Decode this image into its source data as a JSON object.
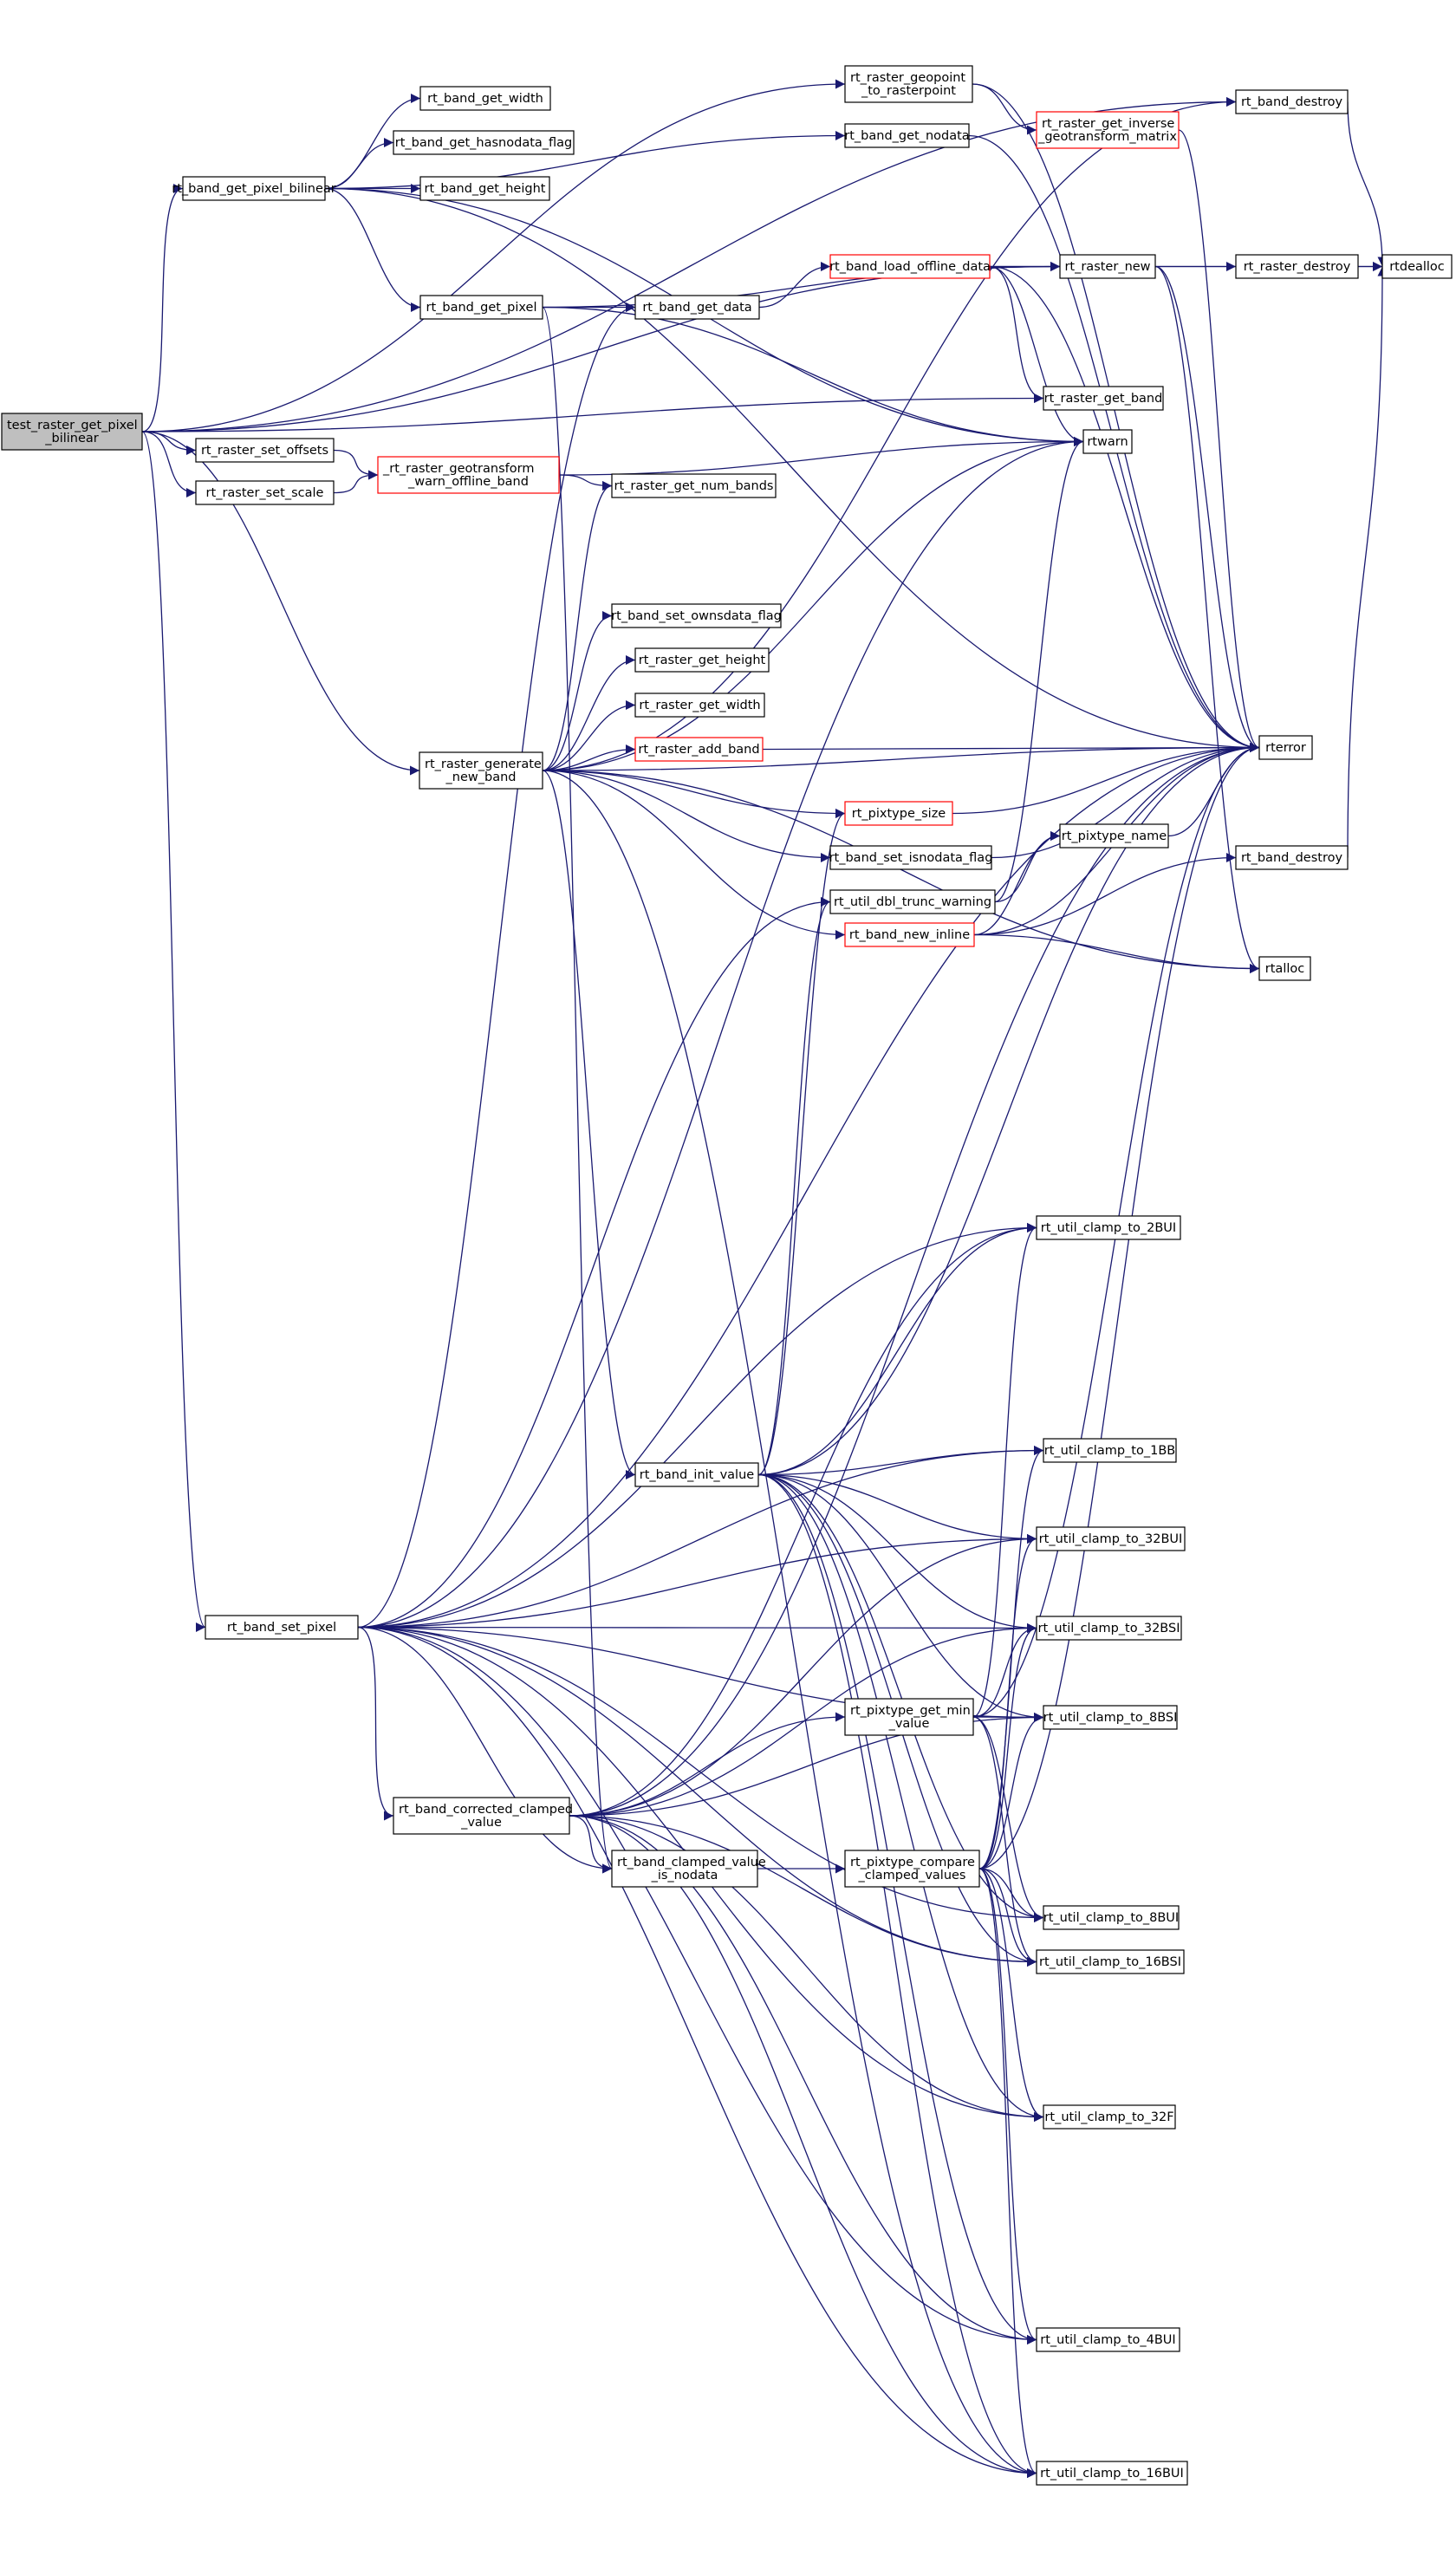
{
  "colors": {
    "edge": "#191970",
    "node_border": "#000000",
    "node_border_truncated": "#ff0000",
    "node_fill": "#ffffff",
    "root_fill": "#bfbfbf"
  },
  "nodes": [
    {
      "id": "root",
      "lines": [
        "test_raster_get_pixel",
        "_bilinear"
      ],
      "root": true
    },
    {
      "id": "get_pixel_bilinear",
      "lines": [
        "rt_band_get_pixel_bilinear"
      ]
    },
    {
      "id": "set_offsets",
      "lines": [
        "rt_raster_set_offsets"
      ]
    },
    {
      "id": "set_scale",
      "lines": [
        "rt_raster_set_scale"
      ]
    },
    {
      "id": "set_pixel",
      "lines": [
        "rt_band_set_pixel"
      ]
    },
    {
      "id": "get_width",
      "lines": [
        "rt_band_get_width"
      ]
    },
    {
      "id": "get_hasnodata",
      "lines": [
        "rt_band_get_hasnodata_flag"
      ]
    },
    {
      "id": "get_height",
      "lines": [
        "rt_band_get_height"
      ]
    },
    {
      "id": "get_pixel",
      "lines": [
        "rt_band_get_pixel"
      ]
    },
    {
      "id": "geotransform_warn",
      "lines": [
        "_rt_raster_geotransform",
        "_warn_offline_band"
      ],
      "truncated": true
    },
    {
      "id": "generate_new_band",
      "lines": [
        "rt_raster_generate",
        "_new_band"
      ]
    },
    {
      "id": "init_value",
      "lines": [
        "rt_band_init_value"
      ]
    },
    {
      "id": "corrected_clamped",
      "lines": [
        "rt_band_corrected_clamped",
        "_value"
      ]
    },
    {
      "id": "geopoint",
      "lines": [
        "rt_raster_geopoint",
        "_to_rasterpoint"
      ]
    },
    {
      "id": "get_nodata",
      "lines": [
        "rt_band_get_nodata"
      ]
    },
    {
      "id": "get_data",
      "lines": [
        "rt_band_get_data"
      ]
    },
    {
      "id": "get_num_bands",
      "lines": [
        "rt_raster_get_num_bands"
      ]
    },
    {
      "id": "set_ownsdata",
      "lines": [
        "rt_band_set_ownsdata_flag"
      ]
    },
    {
      "id": "r_get_height",
      "lines": [
        "rt_raster_get_height"
      ]
    },
    {
      "id": "r_get_width",
      "lines": [
        "rt_raster_get_width"
      ]
    },
    {
      "id": "add_band",
      "lines": [
        "rt_raster_add_band"
      ],
      "truncated": true
    },
    {
      "id": "pixtype_size",
      "lines": [
        "rt_pixtype_size"
      ],
      "truncated": true
    },
    {
      "id": "set_isnodata",
      "lines": [
        "rt_band_set_isnodata_flag"
      ]
    },
    {
      "id": "dbl_trunc",
      "lines": [
        "rt_util_dbl_trunc_warning"
      ]
    },
    {
      "id": "band_new_inline",
      "lines": [
        "rt_band_new_inline"
      ],
      "truncated": true
    },
    {
      "id": "pixtype_min",
      "lines": [
        "rt_pixtype_get_min",
        "_value"
      ]
    },
    {
      "id": "clamped_is_nodata",
      "lines": [
        "rt_band_clamped_value",
        "_is_nodata"
      ]
    },
    {
      "id": "compare_clamped",
      "lines": [
        "rt_pixtype_compare",
        "_clamped_values"
      ]
    },
    {
      "id": "inverse_geo",
      "lines": [
        "rt_raster_get_inverse",
        "_geotransform_matrix"
      ],
      "truncated": true
    },
    {
      "id": "load_offline",
      "lines": [
        "rt_band_load_offline_data"
      ],
      "truncated": true
    },
    {
      "id": "raster_new",
      "lines": [
        "rt_raster_new"
      ]
    },
    {
      "id": "get_band",
      "lines": [
        "rt_raster_get_band"
      ]
    },
    {
      "id": "rtwarn",
      "lines": [
        "rtwarn"
      ]
    },
    {
      "id": "pixtype_name",
      "lines": [
        "rt_pixtype_name"
      ]
    },
    {
      "id": "clamp_2bui",
      "lines": [
        "rt_util_clamp_to_2BUI"
      ]
    },
    {
      "id": "clamp_1bb",
      "lines": [
        "rt_util_clamp_to_1BB"
      ]
    },
    {
      "id": "clamp_32bui",
      "lines": [
        "rt_util_clamp_to_32BUI"
      ]
    },
    {
      "id": "clamp_32bsi",
      "lines": [
        "rt_util_clamp_to_32BSI"
      ]
    },
    {
      "id": "clamp_8bsi",
      "lines": [
        "rt_util_clamp_to_8BSI"
      ]
    },
    {
      "id": "clamp_8bui",
      "lines": [
        "rt_util_clamp_to_8BUI"
      ]
    },
    {
      "id": "clamp_16bsi",
      "lines": [
        "rt_util_clamp_to_16BSI"
      ]
    },
    {
      "id": "clamp_32f",
      "lines": [
        "rt_util_clamp_to_32F"
      ]
    },
    {
      "id": "clamp_4bui",
      "lines": [
        "rt_util_clamp_to_4BUI"
      ]
    },
    {
      "id": "clamp_16bui",
      "lines": [
        "rt_util_clamp_to_16BUI"
      ]
    },
    {
      "id": "band_destroy_top",
      "lines": [
        "rt_band_destroy"
      ]
    },
    {
      "id": "raster_destroy",
      "lines": [
        "rt_raster_destroy"
      ]
    },
    {
      "id": "rterror",
      "lines": [
        "rterror"
      ]
    },
    {
      "id": "band_destroy_mid",
      "lines": [
        "rt_band_destroy"
      ]
    },
    {
      "id": "rtalloc",
      "lines": [
        "rtalloc"
      ]
    },
    {
      "id": "rtdealloc",
      "lines": [
        "rtdealloc"
      ]
    }
  ],
  "edges": [
    [
      "root",
      "get_pixel_bilinear"
    ],
    [
      "root",
      "set_offsets"
    ],
    [
      "root",
      "set_scale"
    ],
    [
      "root",
      "set_pixel"
    ],
    [
      "root",
      "generate_new_band"
    ],
    [
      "root",
      "geopoint"
    ],
    [
      "root",
      "raster_new"
    ],
    [
      "root",
      "get_band"
    ],
    [
      "root",
      "band_destroy_top"
    ],
    [
      "get_pixel_bilinear",
      "get_width"
    ],
    [
      "get_pixel_bilinear",
      "get_hasnodata"
    ],
    [
      "get_pixel_bilinear",
      "get_height"
    ],
    [
      "get_pixel_bilinear",
      "get_pixel"
    ],
    [
      "get_pixel_bilinear",
      "get_nodata"
    ],
    [
      "get_pixel_bilinear",
      "rtwarn"
    ],
    [
      "get_pixel_bilinear",
      "rterror"
    ],
    [
      "set_offsets",
      "geotransform_warn"
    ],
    [
      "set_scale",
      "geotransform_warn"
    ],
    [
      "geotransform_warn",
      "get_num_bands"
    ],
    [
      "geotransform_warn",
      "rtwarn"
    ],
    [
      "get_pixel",
      "get_data"
    ],
    [
      "get_pixel",
      "rtwarn"
    ],
    [
      "get_pixel",
      "raster_new"
    ],
    [
      "get_pixel",
      "clamped_is_nodata"
    ],
    [
      "get_data",
      "load_offline"
    ],
    [
      "load_offline",
      "raster_new"
    ],
    [
      "load_offline",
      "get_band"
    ],
    [
      "load_offline",
      "rtwarn"
    ],
    [
      "load_offline",
      "rterror"
    ],
    [
      "load_offline",
      "rtdealloc"
    ],
    [
      "raster_new",
      "raster_destroy"
    ],
    [
      "raster_new",
      "rterror"
    ],
    [
      "raster_new",
      "rtalloc"
    ],
    [
      "raster_destroy",
      "rtdealloc"
    ],
    [
      "band_destroy_top",
      "rtdealloc"
    ],
    [
      "band_destroy_mid",
      "rtdealloc"
    ],
    [
      "geopoint",
      "inverse_geo"
    ],
    [
      "geopoint",
      "rterror"
    ],
    [
      "inverse_geo",
      "rterror"
    ],
    [
      "get_nodata",
      "rterror"
    ],
    [
      "generate_new_band",
      "get_num_bands"
    ],
    [
      "generate_new_band",
      "set_ownsdata"
    ],
    [
      "generate_new_band",
      "r_get_height"
    ],
    [
      "generate_new_band",
      "r_get_width"
    ],
    [
      "generate_new_band",
      "add_band"
    ],
    [
      "generate_new_band",
      "rterror"
    ],
    [
      "generate_new_band",
      "pixtype_size"
    ],
    [
      "generate_new_band",
      "set_isnodata"
    ],
    [
      "generate_new_band",
      "band_new_inline"
    ],
    [
      "generate_new_band",
      "rtalloc"
    ],
    [
      "generate_new_band",
      "rtwarn"
    ],
    [
      "generate_new_band",
      "init_value"
    ],
    [
      "generate_new_band",
      "clamp_16bui"
    ],
    [
      "generate_new_band",
      "band_destroy_top"
    ],
    [
      "add_band",
      "rterror"
    ],
    [
      "pixtype_size",
      "rterror"
    ],
    [
      "set_isnodata",
      "rterror"
    ],
    [
      "dbl_trunc",
      "rtwarn"
    ],
    [
      "dbl_trunc",
      "pixtype_name"
    ],
    [
      "band_new_inline",
      "pixtype_name"
    ],
    [
      "band_new_inline",
      "rterror"
    ],
    [
      "band_new_inline",
      "band_destroy_mid"
    ],
    [
      "band_new_inline",
      "rtalloc"
    ],
    [
      "pixtype_name",
      "rterror"
    ],
    [
      "set_pixel",
      "get_data"
    ],
    [
      "set_pixel",
      "rtwarn"
    ],
    [
      "set_pixel",
      "dbl_trunc"
    ],
    [
      "set_pixel",
      "rterror"
    ],
    [
      "set_pixel",
      "corrected_clamped"
    ],
    [
      "set_pixel",
      "clamped_is_nodata"
    ],
    [
      "set_pixel",
      "clamp_2bui"
    ],
    [
      "set_pixel",
      "clamp_1bb"
    ],
    [
      "set_pixel",
      "clamp_32bui"
    ],
    [
      "set_pixel",
      "clamp_32bsi"
    ],
    [
      "set_pixel",
      "clamp_8bsi"
    ],
    [
      "set_pixel",
      "clamp_8bui"
    ],
    [
      "set_pixel",
      "clamp_16bsi"
    ],
    [
      "set_pixel",
      "clamp_32f"
    ],
    [
      "set_pixel",
      "clamp_4bui"
    ],
    [
      "set_pixel",
      "clamp_16bui"
    ],
    [
      "init_value",
      "pixtype_size"
    ],
    [
      "init_value",
      "dbl_trunc"
    ],
    [
      "init_value",
      "rterror"
    ],
    [
      "init_value",
      "clamp_2bui"
    ],
    [
      "init_value",
      "clamp_1bb"
    ],
    [
      "init_value",
      "clamp_32bui"
    ],
    [
      "init_value",
      "clamp_32bsi"
    ],
    [
      "init_value",
      "clamp_8bsi"
    ],
    [
      "init_value",
      "clamp_8bui"
    ],
    [
      "init_value",
      "clamp_16bsi"
    ],
    [
      "init_value",
      "clamp_32f"
    ],
    [
      "init_value",
      "clamp_4bui"
    ],
    [
      "init_value",
      "clamp_16bui"
    ],
    [
      "corrected_clamped",
      "clamp_2bui"
    ],
    [
      "corrected_clamped",
      "clamp_32bui"
    ],
    [
      "corrected_clamped",
      "clamp_32bsi"
    ],
    [
      "corrected_clamped",
      "clamp_8bsi"
    ],
    [
      "corrected_clamped",
      "clamp_16bsi"
    ],
    [
      "corrected_clamped",
      "clamp_32f"
    ],
    [
      "corrected_clamped",
      "clamp_4bui"
    ],
    [
      "corrected_clamped",
      "clamp_16bui"
    ],
    [
      "corrected_clamped",
      "pixtype_min"
    ],
    [
      "corrected_clamped",
      "rterror"
    ],
    [
      "corrected_clamped",
      "clamped_is_nodata"
    ],
    [
      "clamped_is_nodata",
      "compare_clamped"
    ],
    [
      "pixtype_min",
      "clamp_2bui"
    ],
    [
      "pixtype_min",
      "clamp_32bsi"
    ],
    [
      "pixtype_min",
      "clamp_8bsi"
    ],
    [
      "pixtype_min",
      "clamp_8bui"
    ],
    [
      "pixtype_min",
      "clamp_16bsi"
    ],
    [
      "pixtype_min",
      "rterror"
    ],
    [
      "compare_clamped",
      "clamp_1bb"
    ],
    [
      "compare_clamped",
      "clamp_32bui"
    ],
    [
      "compare_clamped",
      "clamp_32bsi"
    ],
    [
      "compare_clamped",
      "clamp_8bsi"
    ],
    [
      "compare_clamped",
      "clamp_8bui"
    ],
    [
      "compare_clamped",
      "clamp_16bsi"
    ],
    [
      "compare_clamped",
      "clamp_32f"
    ],
    [
      "compare_clamped",
      "clamp_4bui"
    ],
    [
      "compare_clamped",
      "clamp_16bui"
    ],
    [
      "compare_clamped",
      "rterror"
    ]
  ]
}
